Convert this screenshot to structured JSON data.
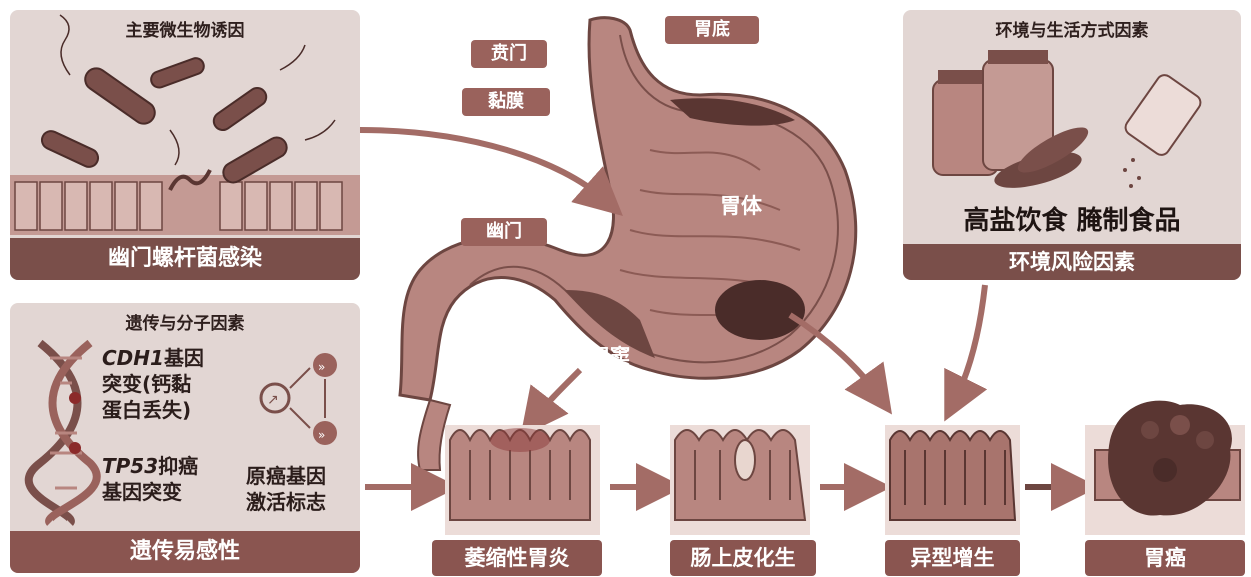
{
  "microbe_panel": {
    "title": "主要微生物诱因",
    "footer": "幽门螺杆菌感染"
  },
  "genetic_panel": {
    "title": "遗传与分子因素",
    "cdh1_gene": "CDH1",
    "cdh1_suffix": "基因",
    "cdh1_line2": "突变(钙黏",
    "cdh1_line3": "蛋白丢失)",
    "tp53_gene": "TP53",
    "tp53_suffix": "抑癌",
    "tp53_line2": "基因突变",
    "oncogene_line1": "原癌基因",
    "oncogene_line2": "激活标志",
    "footer": "遗传易感性"
  },
  "environment_panel": {
    "title": "环境与生活方式因素",
    "diet_text": "高盐饮食 腌制食品",
    "footer": "环境风险因素"
  },
  "stomach_labels": {
    "cardia": "贲门",
    "mucosa": "黏膜",
    "fundus": "胃底",
    "body": "胃体",
    "pylorus": "幽门",
    "antrum": "胃窦"
  },
  "stages": [
    {
      "label": "萎缩性胃炎"
    },
    {
      "label": "肠上皮化生"
    },
    {
      "label": "异型增生"
    },
    {
      "label": "胃癌"
    }
  ],
  "colors": {
    "panel_bg": "#e2d6d3",
    "footer_bg": "#7a4f4a",
    "label_bg": "#9a625c",
    "tissue": "#a8746d",
    "arrow": "#a36c66"
  }
}
